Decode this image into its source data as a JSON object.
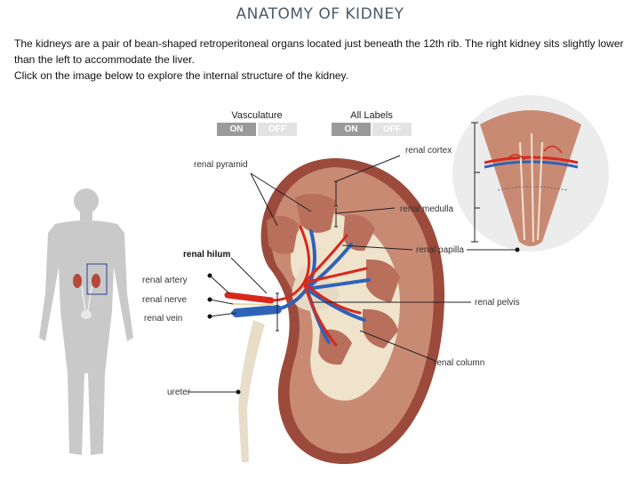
{
  "title": "ANATOMY OF KIDNEY",
  "intro": {
    "line1": "The kidneys are a pair of bean-shaped retroperitoneal organs located just beneath the 12th rib. The right kidney sits slightly lower than the left to accommodate the liver.",
    "line2": "Click on the image below to explore the internal structure of the kidney."
  },
  "toggles": {
    "vasculature": {
      "label": "Vasculature",
      "on": "ON",
      "off": "OFF"
    },
    "all_labels": {
      "label": "All Labels",
      "on": "ON",
      "off": "OFF"
    }
  },
  "labels": {
    "renal_pyramid": "renal pyramid",
    "renal_cortex": "renal cortex",
    "renal_medulla": "renal medulla",
    "renal_papilla": "renal papilla",
    "renal_hilum": "renal hilum",
    "renal_artery": "renal artery",
    "renal_nerve": "renal nerve",
    "renal_vein": "renal vein",
    "renal_pelvis": "renal pelvis",
    "renal_column": "renal column",
    "ureter": "ureter"
  },
  "colors": {
    "artery": "#d8281c",
    "vein": "#2f63b8",
    "kidney_outer": "#9c4a3c",
    "cortex": "#c98a74",
    "body": "#c4c4c4"
  }
}
